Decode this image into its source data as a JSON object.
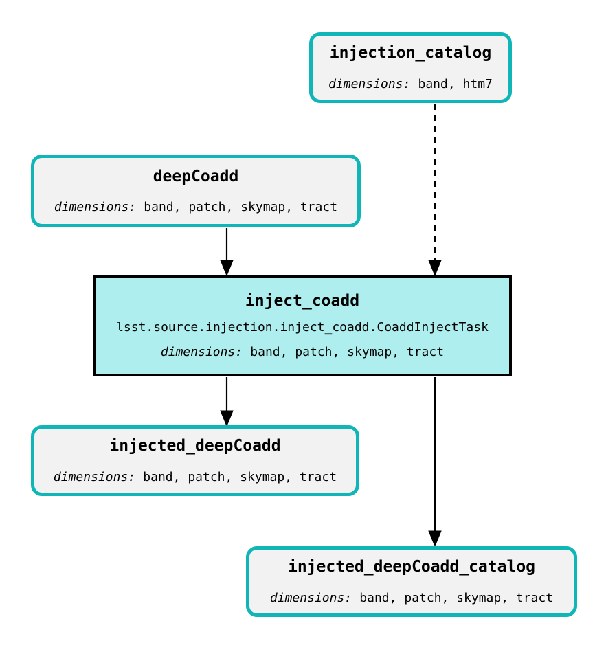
{
  "diagram": {
    "background": "#ffffff",
    "colors": {
      "dataset_border": "#10b5b8",
      "dataset_fill": "#f2f2f2",
      "task_border": "#000000",
      "task_fill": "#afeeee",
      "edge": "#000000",
      "text": "#000000"
    },
    "labels": {
      "dimensions": "dimensions:"
    },
    "nodes": {
      "injection_catalog": {
        "type": "dataset",
        "title": "injection_catalog",
        "dimensions": "band, htm7"
      },
      "deepCoadd": {
        "type": "dataset",
        "title": "deepCoadd",
        "dimensions": "band, patch, skymap, tract"
      },
      "inject_coadd": {
        "type": "task",
        "title": "inject_coadd",
        "task_class": "lsst.source.injection.inject_coadd.CoaddInjectTask",
        "dimensions": "band, patch, skymap, tract"
      },
      "injected_deepCoadd": {
        "type": "dataset",
        "title": "injected_deepCoadd",
        "dimensions": "band, patch, skymap, tract"
      },
      "injected_deepCoadd_catalog": {
        "type": "dataset",
        "title": "injected_deepCoadd_catalog",
        "dimensions": "band, patch, skymap, tract"
      }
    },
    "edges": [
      {
        "from": "deepCoadd",
        "to": "inject_coadd",
        "style": "solid"
      },
      {
        "from": "injection_catalog",
        "to": "inject_coadd",
        "style": "dashed"
      },
      {
        "from": "inject_coadd",
        "to": "injected_deepCoadd",
        "style": "solid"
      },
      {
        "from": "inject_coadd",
        "to": "injected_deepCoadd_catalog",
        "style": "solid"
      }
    ]
  }
}
